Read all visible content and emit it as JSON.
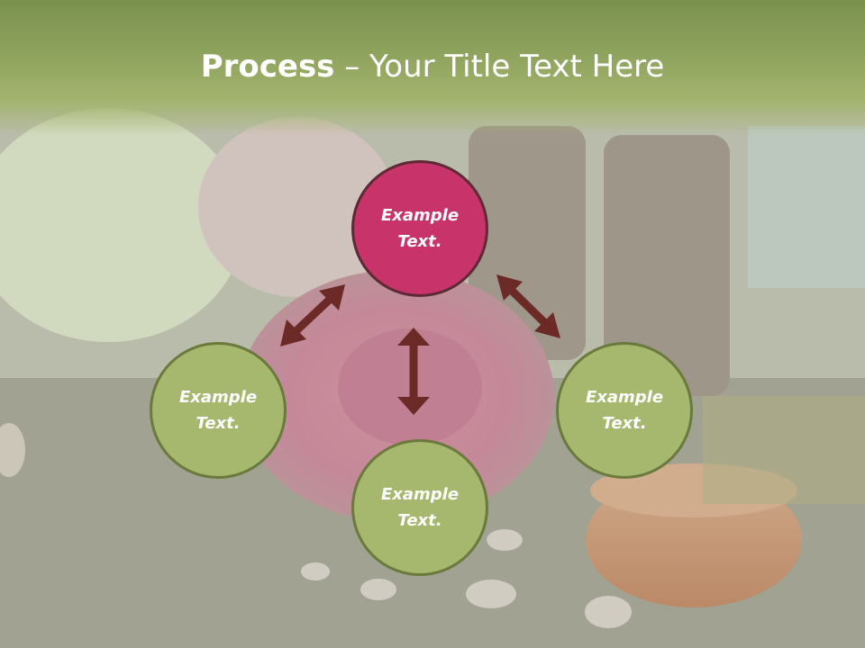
{
  "slide": {
    "title_bold": "Process",
    "title_rest": " – Your Title Text Here"
  },
  "nodes": {
    "top": {
      "text": "Example\nText."
    },
    "left": {
      "text": "Example\nText."
    },
    "right": {
      "text": "Example\nText."
    },
    "bottom": {
      "text": "Example\nText."
    }
  },
  "colors": {
    "title_bar": "#8ea35d",
    "node_green": "#a6b76e",
    "node_pink": "#c8336a",
    "arrow": "#6b2a26"
  }
}
